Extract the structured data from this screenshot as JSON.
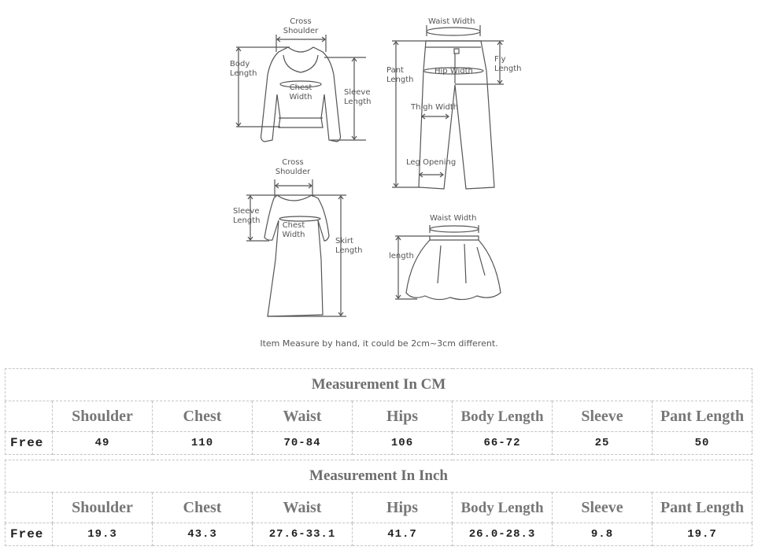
{
  "diagram": {
    "sweater": {
      "cross_shoulder": "Cross\nShoulder",
      "body_length": "Body\nLength",
      "chest_width": "Chest\nWidth",
      "sleeve_length": "Sleeve\nLength"
    },
    "pants": {
      "waist_width": "Waist Width",
      "pant_length": "Pant\nLength",
      "hip_width": "Hip Width",
      "fly_length": "Fly\nLength",
      "thigh_width": "Thigh Width",
      "leg_opening": "Leg Opening"
    },
    "dress": {
      "cross_shoulder": "Cross\nShoulder",
      "sleeve_length": "Sleeve\nLength",
      "chest_width": "Chest\nWidth",
      "skirt_length": "Skirt\nLength"
    },
    "skirt": {
      "waist_width": "Waist Width",
      "length": "length"
    },
    "note": "Item Measure by hand, it could be 2cm~3cm different."
  },
  "tables": {
    "cm": {
      "title": "Measurement In CM",
      "headers": [
        "",
        "Shoulder",
        "Chest",
        "Waist",
        "Hips",
        "Body Length",
        "Sleeve",
        "Pant Length"
      ],
      "rows": [
        {
          "size": "Free",
          "values": [
            "49",
            "110",
            "70-84",
            "106",
            "66-72",
            "25",
            "50"
          ]
        }
      ]
    },
    "inch": {
      "title": "Measurement In Inch",
      "headers": [
        "",
        "Shoulder",
        "Chest",
        "Waist",
        "Hips",
        "Body Length",
        "Sleeve",
        "Pant Length"
      ],
      "rows": [
        {
          "size": "Free",
          "values": [
            "19.3",
            "43.3",
            "27.6-33.1",
            "41.7",
            "26.0-28.3",
            "9.8",
            "19.7"
          ]
        }
      ]
    }
  }
}
